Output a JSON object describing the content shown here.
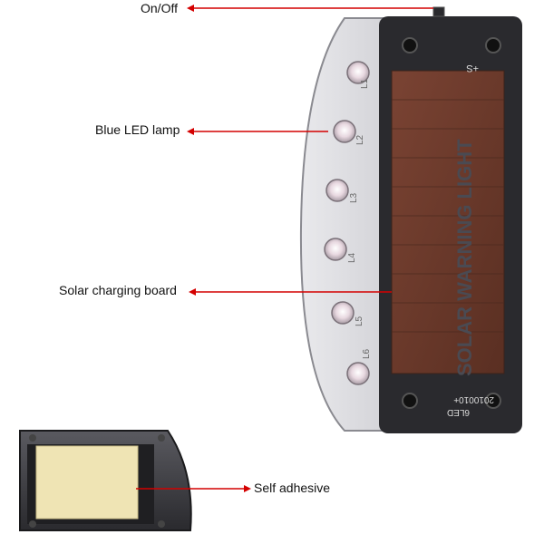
{
  "callouts": {
    "on_off": "On/Off",
    "blue_led": "Blue LED lamp",
    "solar_board": "Solar charging board",
    "self_adhesive": "Self adhesive"
  },
  "panel_text": {
    "warning": "SOLAR WARNING LIGHT",
    "model": "2010010+",
    "led_count": "6LED",
    "polarity": "+S"
  },
  "led_labels": [
    "L1",
    "L2",
    "L3",
    "L4",
    "L5",
    "L6"
  ],
  "colors": {
    "arrow": "#d40000",
    "solar_cell": "#6b3a2a",
    "housing": "#2a2a2e"
  }
}
